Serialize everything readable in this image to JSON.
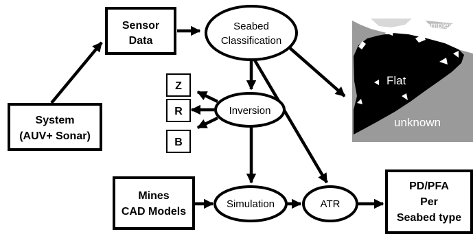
{
  "nodes": {
    "sensor_data": [
      "Sensor",
      "Data"
    ],
    "seabed_classification": [
      "Seabed",
      "Classification"
    ],
    "system": [
      "System",
      "(AUV+ Sonar)"
    ],
    "z": "Z",
    "r": "R",
    "b": "B",
    "inversion": "Inversion",
    "mines_cad": [
      "Mines",
      "CAD Models"
    ],
    "simulation": "Simulation",
    "atr": "ATR",
    "pd_pfa": [
      "PD/PFA",
      "Per",
      "Seabed type"
    ]
  },
  "seabed_map": {
    "complex_label": "Complex",
    "flat_label": "Flat",
    "unknown_label": "unknown"
  }
}
